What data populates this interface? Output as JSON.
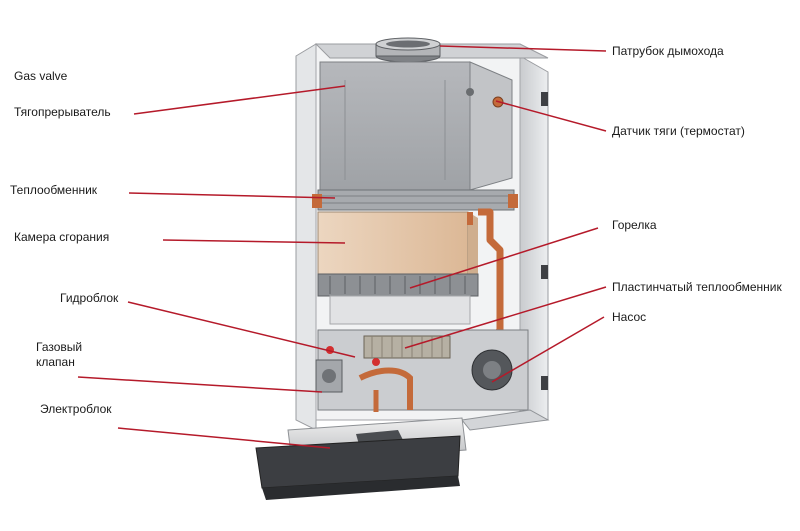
{
  "labels": {
    "gas_valve_en": "Gas valve",
    "draft_breaker": "Тягопрерыватель",
    "heat_exchanger": "Теплообменник",
    "combustion_chamber": "Камера сгорания",
    "hydro_block": "Гидроблок",
    "gas_valve_ru_1": "Газовый",
    "gas_valve_ru_2": "клапан",
    "electro_block": "Электроблок",
    "flue_pipe": "Патрубок дымохода",
    "draft_sensor": "Датчик тяги (термостат)",
    "burner": "Горелка",
    "plate_heat_exchanger": "Пластинчатый  теплообменник",
    "pump": "Насос"
  },
  "colors": {
    "leader_line": "#b51a2a",
    "casing": "#d9dadc",
    "casing_dark": "#8e9094",
    "chamber": "#e9cfb6",
    "copper": "#c46a3a"
  }
}
